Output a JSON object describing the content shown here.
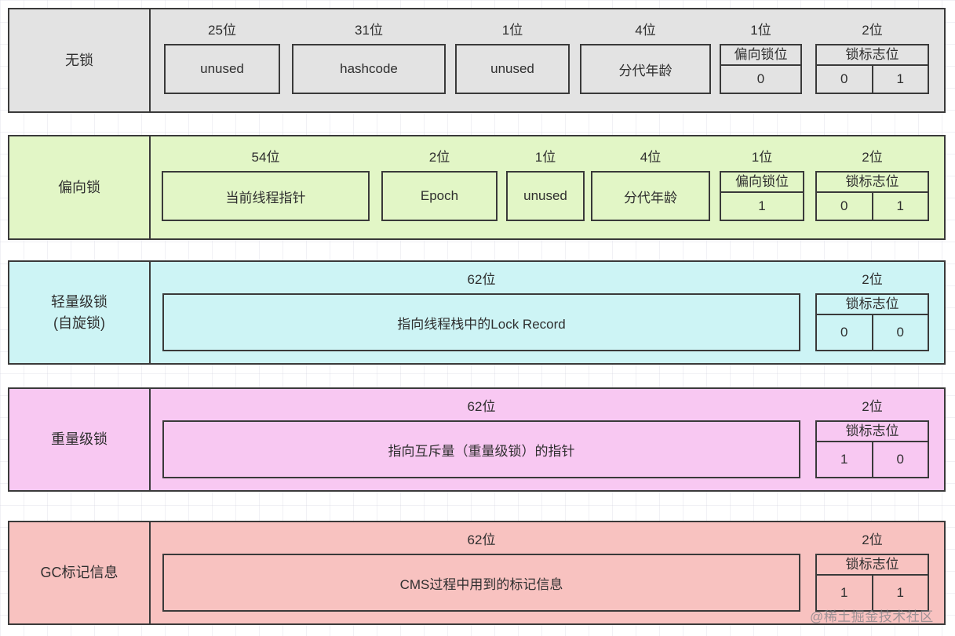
{
  "title": "Java对象头 Mark Word 锁状态图",
  "colors": {
    "border": "#3a3a3a",
    "no_lock_fill": "#e3e3e3",
    "biased_lock_fill": "#e2f6c6",
    "lightweight_lock_fill": "#cdf4f5",
    "heavyweight_lock_fill": "#f8c8f2",
    "gc_mark_fill": "#f8c2c0"
  },
  "watermark": "@稀土掘金技术社区",
  "rows": [
    {
      "label": "无锁",
      "fields": [
        {
          "bits": "25位",
          "text": "unused"
        },
        {
          "bits": "31位",
          "text": "hashcode"
        },
        {
          "bits": "1位",
          "text": "unused"
        },
        {
          "bits": "4位",
          "text": "分代年龄"
        },
        {
          "bits": "1位",
          "header": "偏向锁位",
          "values": [
            "0"
          ]
        },
        {
          "bits": "2位",
          "header": "锁标志位",
          "values": [
            "0",
            "1"
          ]
        }
      ]
    },
    {
      "label": "偏向锁",
      "fields": [
        {
          "bits": "54位",
          "text": "当前线程指针"
        },
        {
          "bits": "2位",
          "text": "Epoch"
        },
        {
          "bits": "1位",
          "text": "unused"
        },
        {
          "bits": "4位",
          "text": "分代年龄"
        },
        {
          "bits": "1位",
          "header": "偏向锁位",
          "values": [
            "1"
          ]
        },
        {
          "bits": "2位",
          "header": "锁标志位",
          "values": [
            "0",
            "1"
          ]
        }
      ]
    },
    {
      "label": "轻量级锁\n(自旋锁)",
      "fields": [
        {
          "bits": "62位",
          "text": "指向线程栈中的Lock Record"
        },
        {
          "bits": "2位",
          "header": "锁标志位",
          "values": [
            "0",
            "0"
          ]
        }
      ]
    },
    {
      "label": "重量级锁",
      "fields": [
        {
          "bits": "62位",
          "text": "指向互斥量（重量级锁）的指针"
        },
        {
          "bits": "2位",
          "header": "锁标志位",
          "values": [
            "1",
            "0"
          ]
        }
      ]
    },
    {
      "label": "GC标记信息",
      "fields": [
        {
          "bits": "62位",
          "text": "CMS过程中用到的标记信息"
        },
        {
          "bits": "2位",
          "header": "锁标志位",
          "values": [
            "1",
            "1"
          ]
        }
      ]
    }
  ]
}
